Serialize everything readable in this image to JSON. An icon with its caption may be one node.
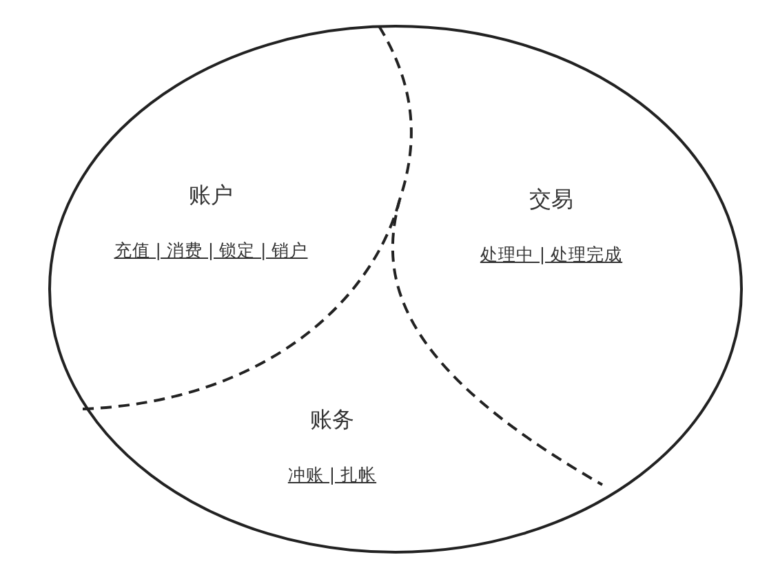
{
  "diagram": {
    "nodes": [
      {
        "text": [],
        "shape": "circle"
      },
      {
        "text": [
          "账户",
          "充值 | 消费 | 锁定 | 销户"
        ],
        "in": 0
      },
      {
        "text": [
          "交易",
          "处理中 | 处理完成"
        ],
        "in": 0
      },
      {
        "text": [
          "账务",
          "冲账 | 扎帐"
        ],
        "in": 0
      }
    ],
    "edges": []
  }
}
